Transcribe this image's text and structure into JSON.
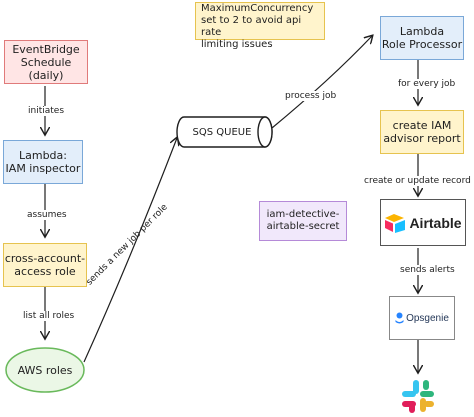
{
  "nodes": {
    "eventbridge": "EventBridge\nSchedule (daily)",
    "lambda_inspector": "Lambda:\nIAM inspector",
    "cross_account": "cross-account-\naccess role",
    "aws_roles": "AWS roles",
    "sqs_queue": "SQS QUEUE",
    "lambda_processor": "Lambda\nRole Processor",
    "iam_report": "create IAM\nadvisor report",
    "secret": "iam-detective-\nairtable-secret",
    "note": "Lambda MaximumConcurrency\nset to 2 to avoid api rate\nlimiting issues"
  },
  "edges": {
    "initiates": "initiates",
    "assumes": "assumes",
    "list_roles": "list all roles",
    "new_job": "sends a new job per role",
    "process_job": "process job",
    "every_job": "for every job",
    "create_update": "create or update record",
    "sends_alerts": "sends alerts"
  },
  "logos": {
    "airtable": {
      "name": "Airtable",
      "icon": "airtable-icon",
      "colors": [
        "#fcb400",
        "#18bfff",
        "#f82b60"
      ]
    },
    "opsgenie": {
      "name": "Opsgenie",
      "icon": "opsgenie-icon",
      "color": "#2684ff"
    },
    "slack": {
      "icon": "slack-icon",
      "colors": [
        "#36c5f0",
        "#2eb67d",
        "#ecb22e",
        "#e01e5a"
      ]
    }
  }
}
